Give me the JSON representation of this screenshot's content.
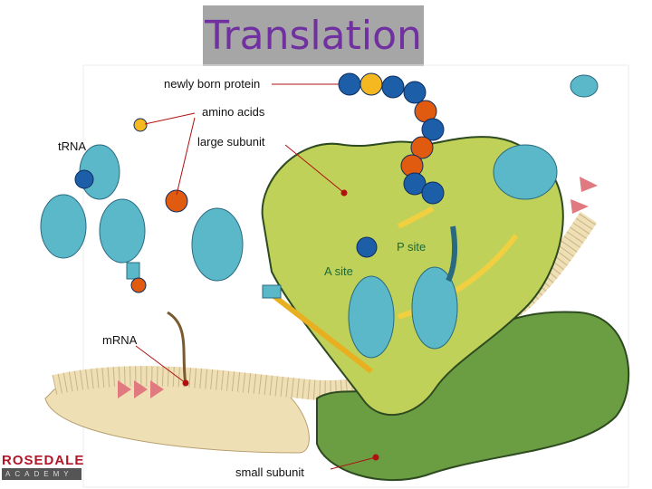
{
  "title": "Translation",
  "labels": {
    "protein": "newly born protein",
    "amino_acids": "amino acids",
    "trna": "tRNA",
    "large_subunit": "large subunit",
    "a_site": "A site",
    "p_site": "P site",
    "mrna": "mRNA",
    "small_subunit": "small subunit"
  },
  "logo": {
    "top": "ROSEDALE",
    "bottom": "ACADEMY"
  },
  "colors": {
    "title_bg": "#a6a6a6",
    "title_text": "#7030a0",
    "large_subunit": "#bfd158",
    "small_subunit": "#6b9e42",
    "trna": "#5bb8c9",
    "bead_blue": "#1d5ea8",
    "bead_orange": "#e05a10",
    "mrna": "#efdfb4"
  }
}
